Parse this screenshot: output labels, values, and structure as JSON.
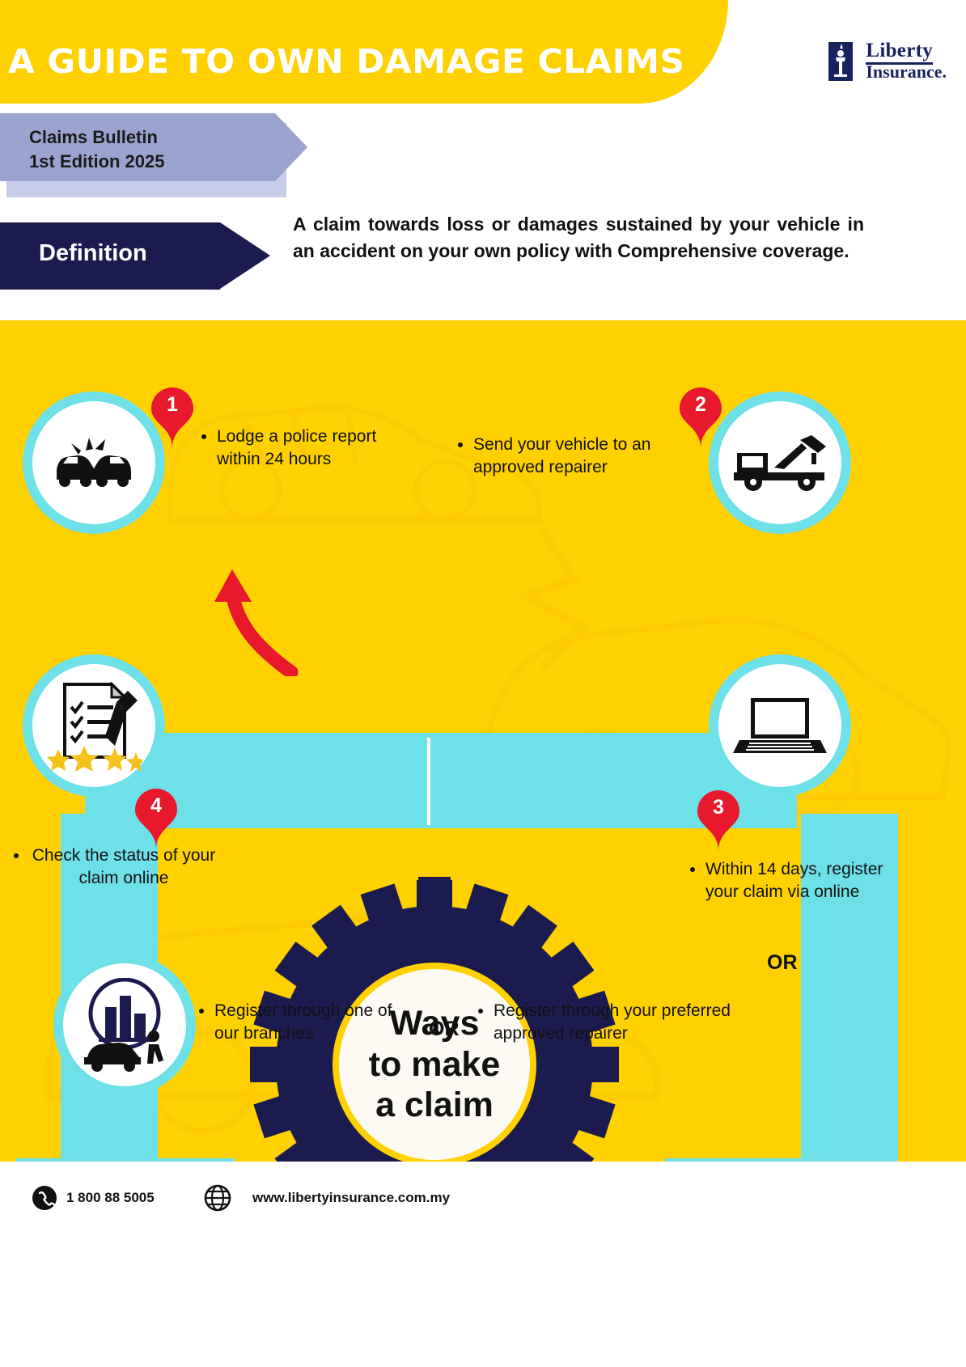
{
  "header": {
    "title": "A GUIDE TO OWN DAMAGE CLAIMS",
    "logo_line1": "Liberty",
    "logo_line2": "Insurance."
  },
  "bulletin": {
    "line1": "Claims Bulletin",
    "line2": "1st Edition 2025"
  },
  "definition": {
    "label": "Definition",
    "text": "A claim towards loss or damages sustained by your vehicle in an accident on your own policy with Comprehensive coverage."
  },
  "diagram": {
    "center_line1": "Ways",
    "center_line2": "to make",
    "center_line3": "a claim",
    "steps": [
      {
        "number": "1",
        "text": "Lodge a police report within 24 hours",
        "icon": "car-crash-icon"
      },
      {
        "number": "2",
        "text": "Send your vehicle to an approved repairer",
        "icon": "tow-truck-icon"
      },
      {
        "number": "3",
        "text": "Within 14 days, register your claim via online",
        "icon": "laptop-icon"
      },
      {
        "number": "4",
        "text": "Check the status of your claim online",
        "icon": "checklist-icon"
      }
    ],
    "alt_options": [
      {
        "text": "Register through one of our branches",
        "icon": "branch-building-icon"
      },
      {
        "text": "Register through your preferred approved repairer"
      }
    ],
    "or_labels": {
      "right": "OR",
      "bottom": "OR"
    }
  },
  "footer": {
    "phone": "1 800 88 5005",
    "website": "www.libertyinsurance.com.my"
  },
  "colors": {
    "yellow": "#ffd100",
    "navy": "#1b1b50",
    "cyan": "#6ee0e8",
    "red": "#e8192c",
    "periwinkle": "#9aa4cf"
  }
}
